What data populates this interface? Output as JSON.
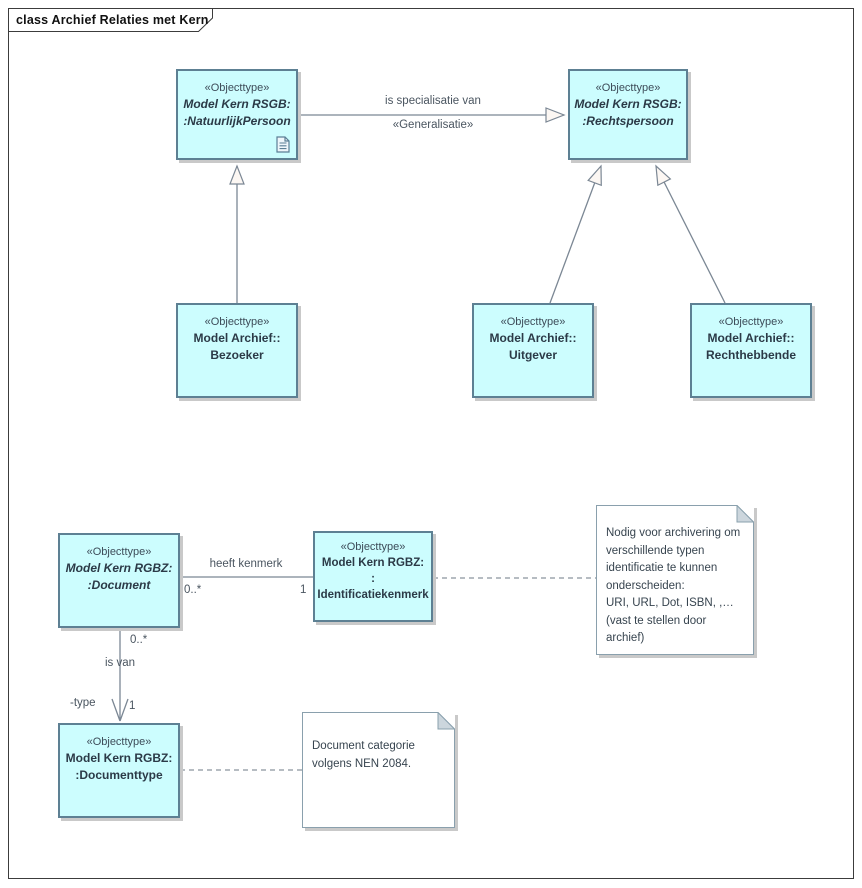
{
  "frame": {
    "title": "class Archief Relaties met Kern"
  },
  "classes": {
    "natuurlijkpersoon": {
      "stereotype": "«Objecttype»",
      "name": "Model Kern RSGB:\n:NatuurlijkPersoon"
    },
    "rechtspersoon": {
      "stereotype": "«Objecttype»",
      "name": "Model Kern RSGB:\n:Rechtspersoon"
    },
    "bezoeker": {
      "stereotype": "«Objecttype»",
      "name": "Model Archief::\nBezoeker"
    },
    "uitgever": {
      "stereotype": "«Objecttype»",
      "name": "Model Archief::\nUitgever"
    },
    "rechthebbende": {
      "stereotype": "«Objecttype»",
      "name": "Model Archief::\nRechthebbende"
    },
    "document": {
      "stereotype": "«Objecttype»",
      "name": "Model Kern RGBZ:\n:Document"
    },
    "identificatiekenmerk": {
      "stereotype": "«Objecttype»",
      "name": "Model Kern RGBZ:\n:\nIdentificatiekenmerk"
    },
    "documenttype": {
      "stereotype": "«Objecttype»",
      "name": "Model Kern RGBZ:\n:Documenttype"
    }
  },
  "connectors": {
    "generalisatie": {
      "name": "is specialisatie van",
      "stereotype": "«Generalisatie»"
    },
    "heeft_kenmerk": {
      "name": "heeft kenmerk",
      "source_multiplicity": "0..*",
      "target_multiplicity": "1"
    },
    "is_van": {
      "name": "is van",
      "source_multiplicity": "0..*",
      "target_multiplicity": "1",
      "target_role": "-type"
    }
  },
  "notes": {
    "identificatie": {
      "text": "Nodig voor archivering om\nverschillende typen\nidentificatie te kunnen\nonderscheiden:\nURI, URL, Dot, ISBN, ,…\n(vast te stellen door\narchief)"
    },
    "documenttype": {
      "text": "Document categorie\nvolgens NEN 2084."
    }
  },
  "colors": {
    "class_fill": "#ccfdfe",
    "class_border": "#5d8093",
    "connector": "#7b8794",
    "shadow": "#c9c9c9",
    "note_fill": "#ffffff"
  }
}
